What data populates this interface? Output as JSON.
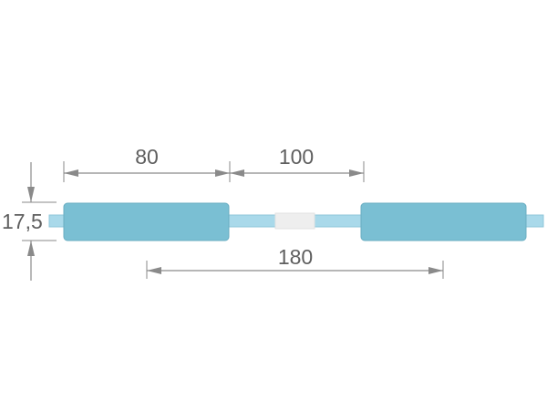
{
  "diagram": {
    "dimensions": {
      "length_a": "80",
      "length_b": "100",
      "length_c": "180",
      "height": "17,5"
    },
    "colors": {
      "pad": "#7abfd3",
      "pad_edge": "#6aaec2",
      "rod": "#a9d9ea",
      "rod_edge": "#8fc6d9",
      "middle_block": "#eeeeee",
      "dimension_line": "#8a8a8a",
      "dimension_text": "#5f5f5f"
    }
  }
}
